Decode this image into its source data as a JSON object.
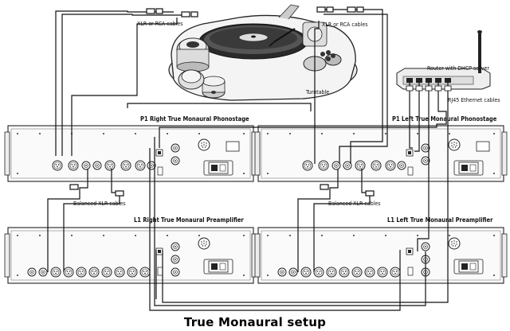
{
  "caption": "True Monaural setup",
  "labels": {
    "xlr_rca_left": "XLR or RCA cables",
    "xlr_rca_right": "XLR or RCA cables",
    "turntable": "Turntable",
    "router": "Router with DHCP server",
    "ethernet": "RJ45 Ethernet cables",
    "balanced_left": "Balanced XLR cables",
    "balanced_right": "Balanced XLR cables"
  },
  "units": {
    "p1_right": "P1 Right True Monaural Phonostage",
    "p1_left": "P1 Left True Monaural Phonostage",
    "l1_right": "L1 Right True Monaural Preamplifier",
    "l1_left": "L1 Left True Monaural Preamplifier"
  }
}
